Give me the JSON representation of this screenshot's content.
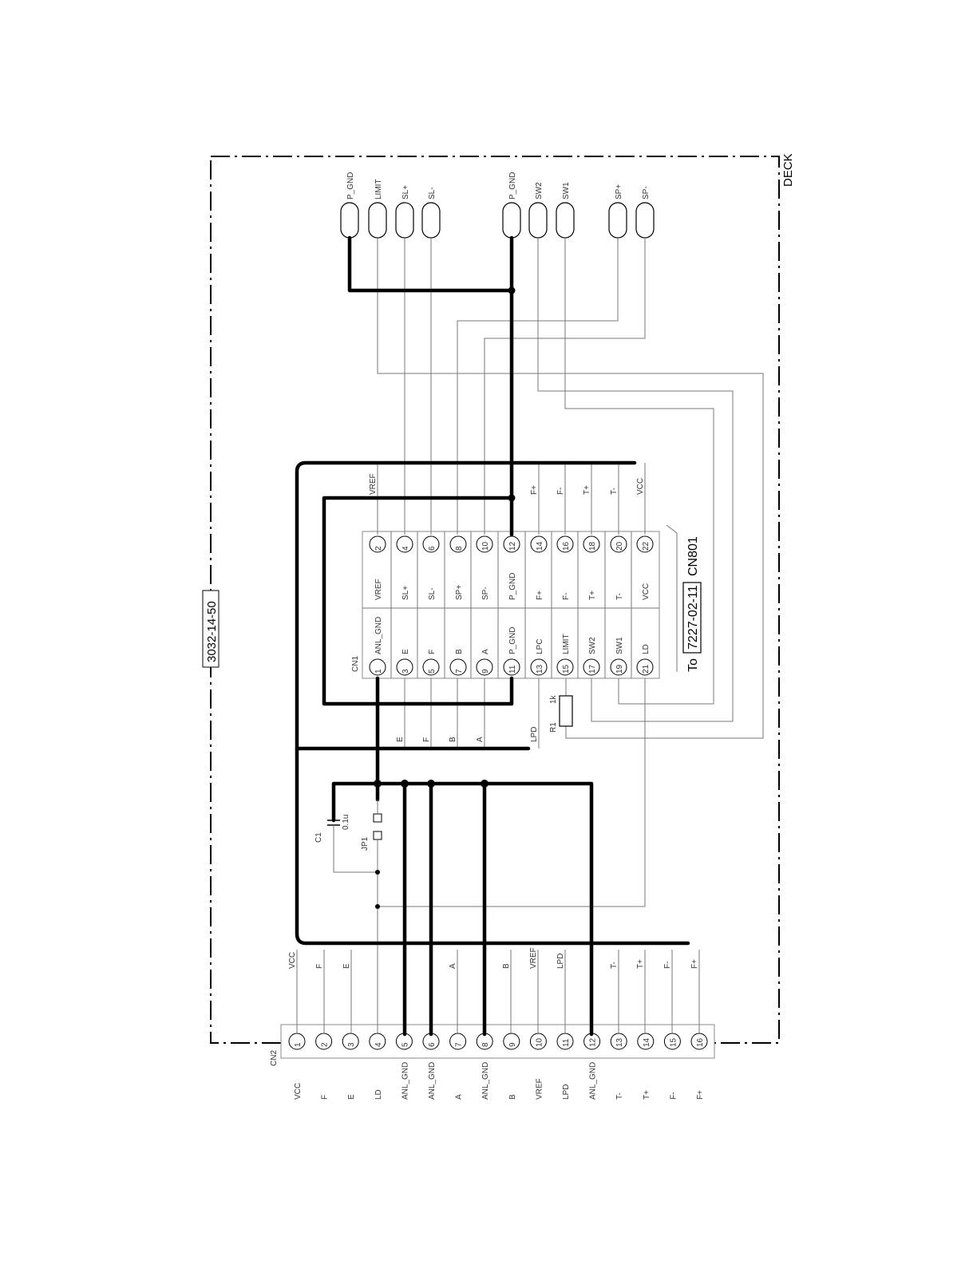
{
  "document": {
    "drawing_number": "3032-14-50",
    "deck_label": "DECK",
    "to_label": "To",
    "to_part_number": "7227-02-11",
    "to_connector": "CN801"
  },
  "cn1": {
    "name": "CN1",
    "left_column": [
      {
        "pin": "1",
        "signal": "ANL_GND"
      },
      {
        "pin": "3",
        "signal": "E"
      },
      {
        "pin": "5",
        "signal": "F"
      },
      {
        "pin": "7",
        "signal": "B"
      },
      {
        "pin": "9",
        "signal": "A"
      },
      {
        "pin": "11",
        "signal": "P_GND"
      },
      {
        "pin": "13",
        "signal": "LPC"
      },
      {
        "pin": "15",
        "signal": "LIMIT"
      },
      {
        "pin": "17",
        "signal": "SW2"
      },
      {
        "pin": "19",
        "signal": "SW1"
      },
      {
        "pin": "21",
        "signal": "LD"
      }
    ],
    "right_column": [
      {
        "pin": "2",
        "signal": "VREF"
      },
      {
        "pin": "4",
        "signal": "SL+"
      },
      {
        "pin": "6",
        "signal": "SL-"
      },
      {
        "pin": "8",
        "signal": "SP+"
      },
      {
        "pin": "10",
        "signal": "SP-"
      },
      {
        "pin": "12",
        "signal": "P_GND"
      },
      {
        "pin": "14",
        "signal": "F+"
      },
      {
        "pin": "16",
        "signal": "F-"
      },
      {
        "pin": "18",
        "signal": "T+"
      },
      {
        "pin": "20",
        "signal": "T-"
      },
      {
        "pin": "22",
        "signal": "VCC"
      }
    ]
  },
  "cn1_upper_wire_labels": [
    "VREF",
    "F+",
    "F-",
    "T+",
    "T-",
    "VCC"
  ],
  "cn1_lower_wire_labels": [
    "E",
    "F",
    "B",
    "A",
    "LPD"
  ],
  "cn2": {
    "name": "CN2",
    "pins": [
      {
        "pin": "1",
        "signal": "VCC"
      },
      {
        "pin": "2",
        "signal": "F"
      },
      {
        "pin": "3",
        "signal": "E"
      },
      {
        "pin": "4",
        "signal": "LD"
      },
      {
        "pin": "5",
        "signal": "ANL_GND"
      },
      {
        "pin": "6",
        "signal": "ANL_GND"
      },
      {
        "pin": "7",
        "signal": "A"
      },
      {
        "pin": "8",
        "signal": "ANL_GND"
      },
      {
        "pin": "9",
        "signal": "B"
      },
      {
        "pin": "10",
        "signal": "VREF"
      },
      {
        "pin": "11",
        "signal": "LPD"
      },
      {
        "pin": "12",
        "signal": "ANL_GND"
      },
      {
        "pin": "13",
        "signal": "T-"
      },
      {
        "pin": "14",
        "signal": "T+"
      },
      {
        "pin": "15",
        "signal": "F-"
      },
      {
        "pin": "16",
        "signal": "F+"
      }
    ]
  },
  "cn2_wire_labels": [
    "VCC",
    "F",
    "E",
    "A",
    "B",
    "VREF",
    "LPD",
    "T-",
    "T+",
    "F-",
    "F+"
  ],
  "deck_pins": [
    {
      "signal": "P_GND"
    },
    {
      "signal": "LIMIT"
    },
    {
      "signal": "SL+"
    },
    {
      "signal": "SL-"
    },
    {
      "signal": "P_GND"
    },
    {
      "signal": "SW2"
    },
    {
      "signal": "SW1"
    },
    {
      "signal": "SP+"
    },
    {
      "signal": "SP-"
    }
  ],
  "components": {
    "r1_ref": "R1",
    "r1_value": "1k",
    "c1_ref": "C1",
    "c1_value": "0.1u",
    "jp1_ref": "JP1"
  }
}
